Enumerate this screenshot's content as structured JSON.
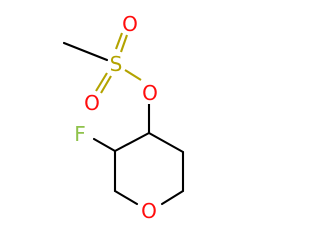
{
  "molecule": {
    "atoms": {
      "sulfur": {
        "symbol": "S",
        "color": "#b3a300"
      },
      "oxygen_top": {
        "symbol": "O",
        "color": "#ff0d0d"
      },
      "oxygen_left": {
        "symbol": "O",
        "color": "#ff0d0d"
      },
      "oxygen_ester": {
        "symbol": "O",
        "color": "#ff0d0d"
      },
      "fluorine": {
        "symbol": "F",
        "color": "#8fc24b"
      },
      "oxygen_ring": {
        "symbol": "O",
        "color": "#ff0d0d"
      }
    },
    "bond_color": "#000000"
  }
}
